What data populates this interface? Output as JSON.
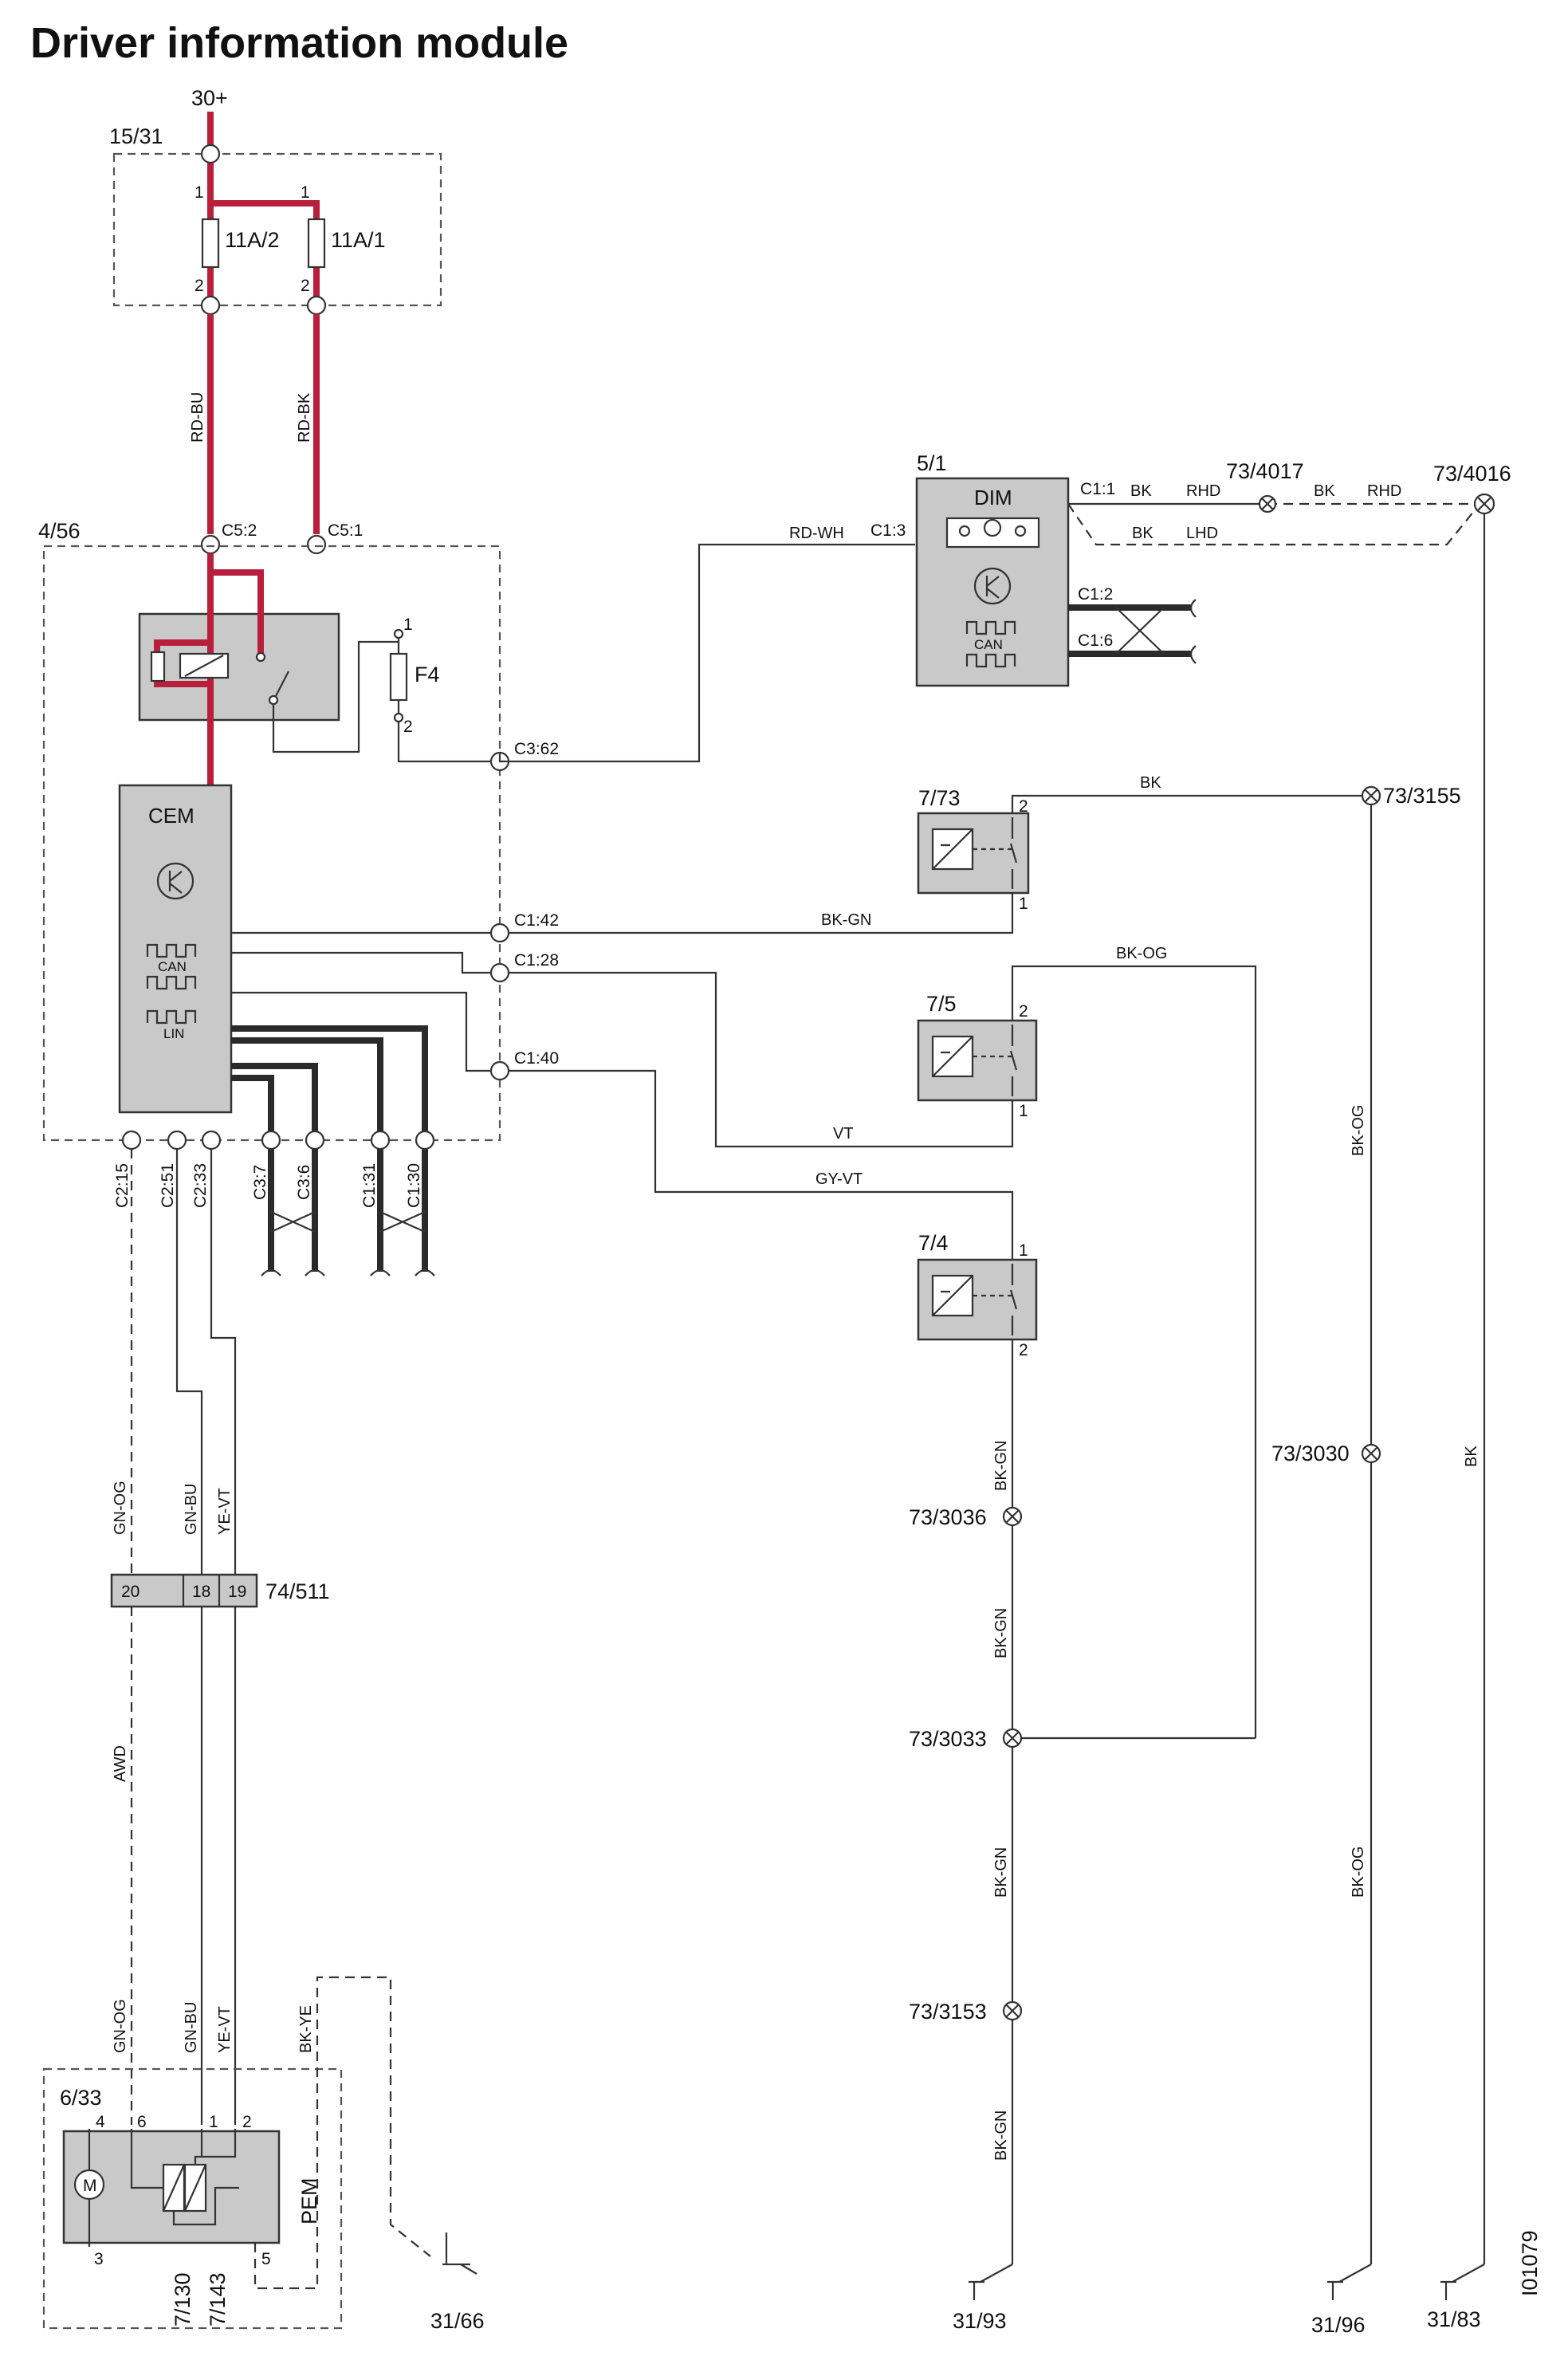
{
  "title": "Driver information module",
  "power": {
    "supply": "30+",
    "fusebox": "15/31",
    "fuse_a": "11A/2",
    "fuse_b": "11A/1",
    "pin1": "1",
    "pin2": "2"
  },
  "cem_box": {
    "id": "4/56",
    "module": "CEM",
    "fuse": "F4",
    "can": "CAN",
    "lin": "LIN",
    "c5_2": "C5:2",
    "c5_1": "C5:1",
    "c3_62": "C3:62",
    "c1_42": "C1:42",
    "c1_28": "C1:28",
    "c1_40": "C1:40",
    "bottom_pins": [
      "C2:15",
      "C2:51",
      "C2:33",
      "C3:7",
      "C3:6",
      "C1:31",
      "C1:30"
    ]
  },
  "dim": {
    "id": "5/1",
    "name": "DIM",
    "can": "CAN",
    "c1_3": "C1:3",
    "c1_1": "C1:1",
    "c1_2": "C1:2",
    "c1_6": "C1:6"
  },
  "switches": {
    "s1": "7/73",
    "s2": "7/5",
    "s3": "7/4",
    "p1": "1",
    "p2": "2"
  },
  "connector": {
    "id": "74/511",
    "pins": [
      "20",
      "18",
      "19"
    ]
  },
  "pem": {
    "id": "6/33",
    "name": "PEM",
    "m": "M",
    "sub1": "7/130",
    "sub2": "7/143",
    "pins": [
      "4",
      "6",
      "1",
      "2",
      "3",
      "5"
    ]
  },
  "splices": {
    "s4017": "73/4017",
    "s4016": "73/4016",
    "s3155": "73/3155",
    "s3036": "73/3036",
    "s3030": "73/3030",
    "s3033": "73/3033",
    "s3153": "73/3153"
  },
  "grounds": {
    "g66": "31/66",
    "g93": "31/93",
    "g96": "31/96",
    "g83": "31/83"
  },
  "wires": {
    "rd_bu": "RD-BU",
    "rd_bk": "RD-BK",
    "rd_wh": "RD-WH",
    "bk": "BK",
    "rhd": "RHD",
    "lhd": "LHD",
    "bk_gn": "BK-GN",
    "bk_og": "BK-OG",
    "vt": "VT",
    "gy_vt": "GY-VT",
    "gn_og": "GN-OG",
    "gn_bu": "GN-BU",
    "ye_vt": "YE-VT",
    "awd": "AWD",
    "bk_ye": "BK-YE"
  },
  "figure_id": "I01079"
}
